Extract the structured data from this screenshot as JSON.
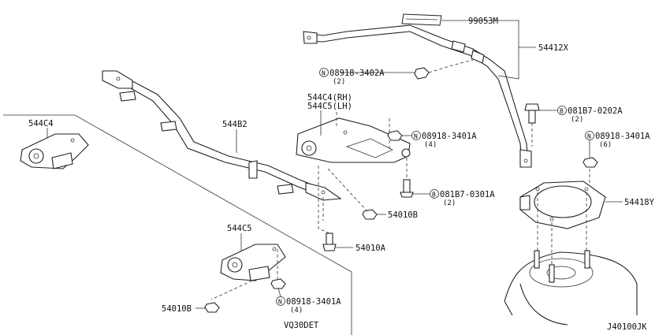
{
  "diagram_id": "J40100JK",
  "engine_label": "VQ30DET",
  "callouts": {
    "p99053m": "99053M",
    "p54412x": "54412X",
    "p08918_3402a": "08918-3402A",
    "p08918_3402a_qty": "(2)",
    "p544b2": "544B2",
    "p544c4_rh": "544C4(RH)",
    "p544c5_lh": "544C5(LH)",
    "p08918_3401a_mid": "08918-3401A",
    "p08918_3401a_mid_qty": "(4)",
    "p081b7_0202a": "081B7-0202A",
    "p081b7_0202a_qty": "(2)",
    "p08918_3401a_right": "08918-3401A",
    "p08918_3401a_right_qty": "(6)",
    "p081b7_0301a": "081B7-0301A",
    "p081b7_0301a_qty": "(2)",
    "p54418y": "54418Y",
    "p54010b_mid": "54010B",
    "p54010a": "54010A",
    "p544c4_left": "544C4",
    "p544c5_lower": "544C5",
    "p54010b_lower": "54010B",
    "p08918_3401a_lower": "08918-3401A",
    "p08918_3401a_lower_qty": "(4)"
  },
  "markers": {
    "n": "N",
    "b": "B"
  }
}
